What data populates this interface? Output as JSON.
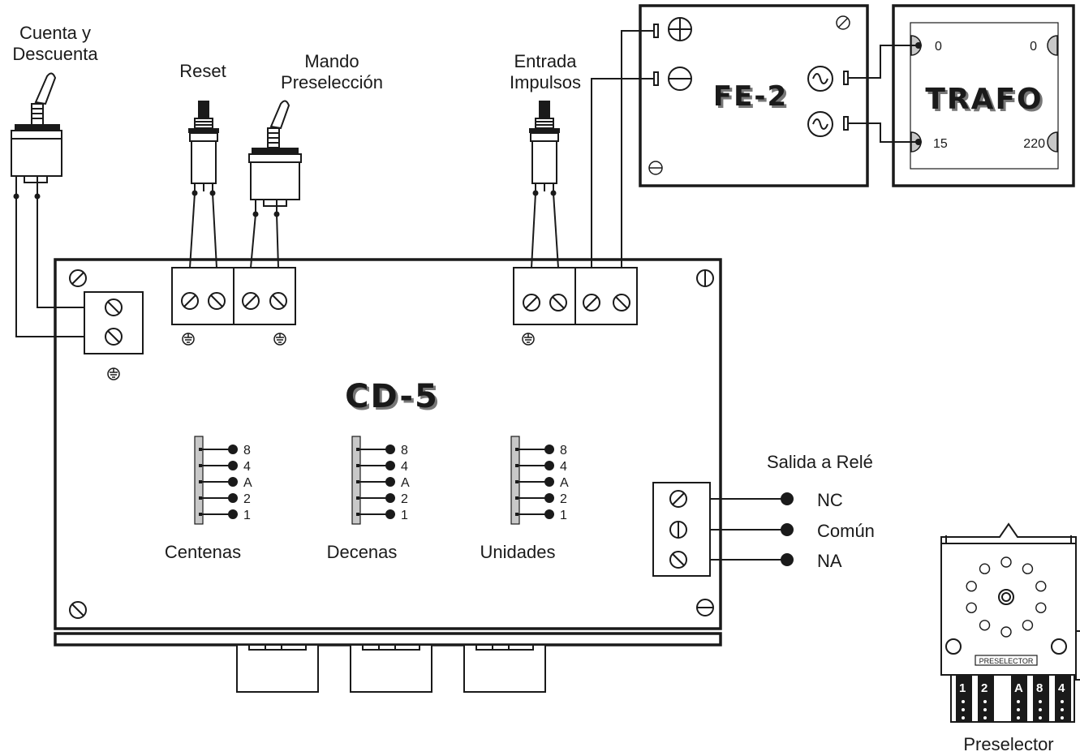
{
  "labels": {
    "cuenta_line1": "Cuenta y",
    "cuenta_line2": "Descuenta",
    "reset": "Reset",
    "mando_line1": "Mando",
    "mando_line2": "Preselección",
    "entrada_line1": "Entrada",
    "entrada_line2": "Impulsos",
    "salida": "Salida a Relé",
    "nc": "NC",
    "comun": "Común",
    "na": "NA",
    "centenas": "Centenas",
    "decenas": "Decenas",
    "unidades": "Unidades",
    "preselector": "Preselector",
    "preselector_plate": "PRESELECTOR"
  },
  "boards": {
    "main": "CD-5",
    "fe2": "FE-2",
    "trafo": "TRAFO"
  },
  "trafo_terminals": {
    "tl": "0",
    "tr": "0",
    "bl": "15",
    "br": "220"
  },
  "bcd_bits": [
    "8",
    "4",
    "A",
    "2",
    "1"
  ],
  "preselector_pins": [
    "1",
    "2",
    "A",
    "8",
    "4"
  ]
}
